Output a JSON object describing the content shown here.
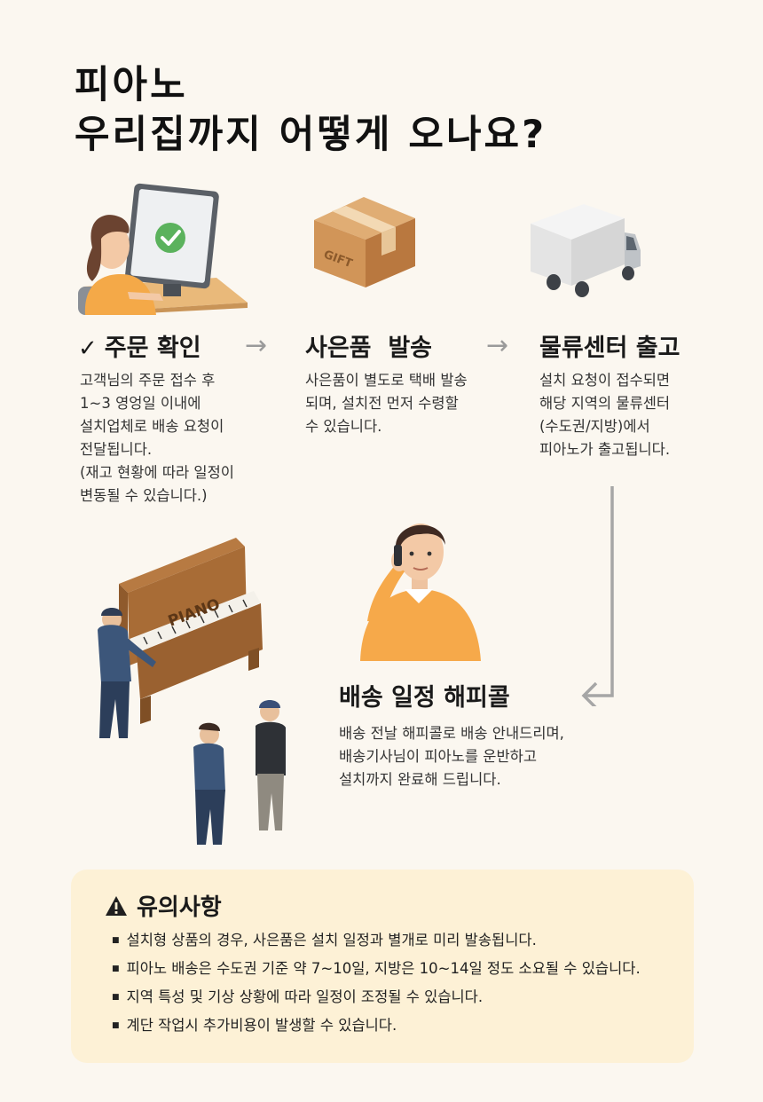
{
  "header": {
    "title_line1": "피아노",
    "title_line2": "우리집까지 어떻게 오나요?"
  },
  "steps": [
    {
      "title": "주문 확인",
      "desc": "고객님의 주문 접수 후\n1~3 영엉일 이내에\n설치업체로 배송 요청이\n전달됩니다.\n(재고 현황에 따라 일정이\n변동될 수 있습니다.)"
    },
    {
      "title": "사은품  발송",
      "desc": "사은품이 별도로 택배 발송\n되며, 설치전 먼저 수령할\n수 있습니다."
    },
    {
      "title": "물류센터 출고",
      "desc": "설치 요청이 접수되면\n해당 지역의 물류센터\n(수도권/지방)에서\n피아노가 출고됩니다."
    },
    {
      "title": "배송 일정 해피콜",
      "desc": "배송 전날 해피콜로 배송 안내드리며,\n배송기사님이 피아노를 운반하고\n설치까지 완료해 드립니다."
    }
  ],
  "illustrations": {
    "box_label": "GIFT",
    "piano_label": "PIANO"
  },
  "notice": {
    "title": "유의사항",
    "items": [
      "설치형 상품의 경우, 사은품은 설치 일정과 별개로 미리 발송됩니다.",
      "피아노 배송은 수도권 기준 약 7~10일, 지방은 10~14일 정도 소요될 수 있습니다.",
      "지역 특성 및 기상 상황에 따라 일정이 조정될 수 있습니다.",
      "계단 작업시 추가비용이 발생할 수 있습니다."
    ]
  },
  "colors": {
    "background": "#fbf7f0",
    "notice_background": "#fdf1d6",
    "accent_orange": "#f6a94a",
    "check_green": "#5bb25d"
  }
}
